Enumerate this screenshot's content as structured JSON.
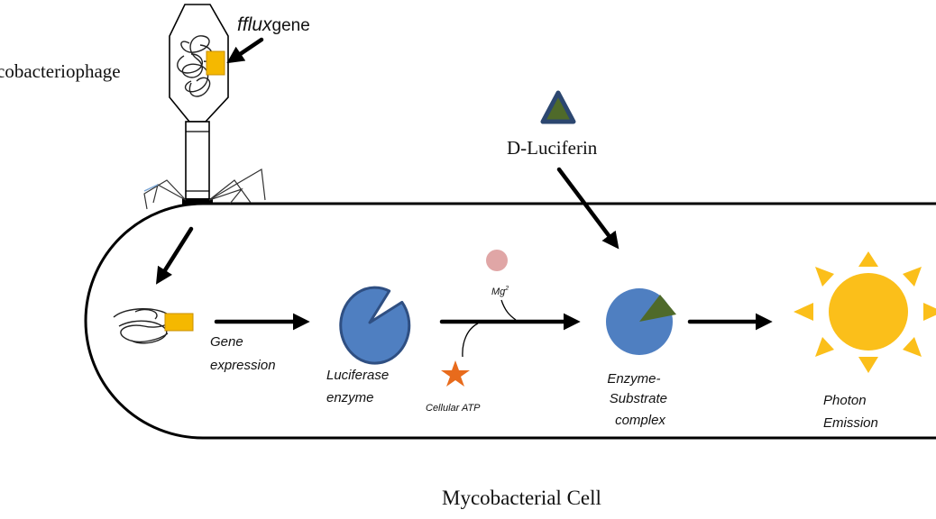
{
  "labels": {
    "phage": "cobacteriophage",
    "gene_italic": "fflux",
    "gene_suffix": "gene",
    "substrate": "D-Luciferin",
    "mg": "Mg",
    "mg_sup": "2",
    "atp": "Cellular ATP",
    "gene_expression_1": "Gene",
    "gene_expression_2": "expression",
    "enzyme_1": "Luciferase",
    "enzyme_2": "enzyme",
    "complex_1": "Enzyme-",
    "complex_2": "Substrate",
    "complex_3": "complex",
    "photon_1": "Photon",
    "photon_2": "Emission",
    "cell": "Mycobacterial Cell"
  },
  "colors": {
    "enzyme_blue": "#4f7fc1",
    "enzyme_stroke": "#2f4f82",
    "substrate_green": "#4f6a2a",
    "substrate_blue": "#2c4770",
    "gene_cassette": "#f5b800",
    "sun": "#fbbf1a",
    "mg_ion": "#e0a6a6",
    "atp_star": "#e86b1c"
  }
}
